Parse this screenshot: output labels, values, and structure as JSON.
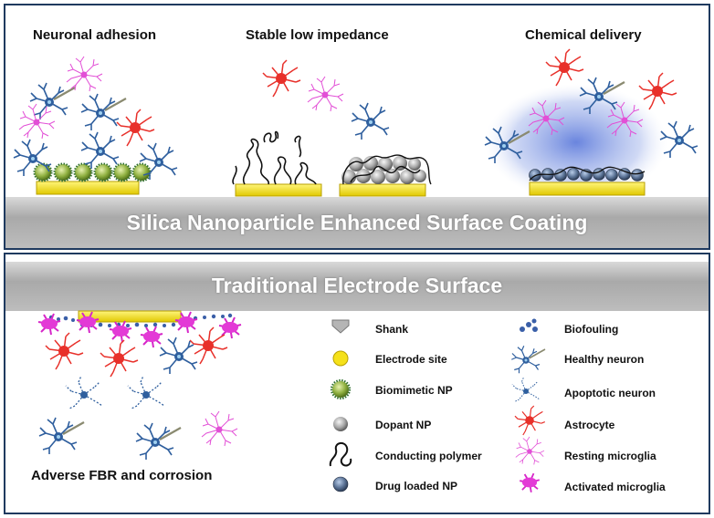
{
  "top_panel": {
    "headings": {
      "adhesion": "Neuronal adhesion",
      "impedance": "Stable low impedance",
      "delivery": "Chemical delivery"
    },
    "shank_label": "Silica Nanoparticle Enhanced Surface Coating"
  },
  "bottom_panel": {
    "shank_label": "Traditional Electrode Surface",
    "caption": "Adverse FBR and corrosion"
  },
  "legend": {
    "left": [
      {
        "icon": "shank-icon",
        "label": "Shank"
      },
      {
        "icon": "electrode-site-icon",
        "label": "Electrode site"
      },
      {
        "icon": "biomimetic-np-icon",
        "label": "Biomimetic NP"
      },
      {
        "icon": "dopant-np-icon",
        "label": "Dopant NP"
      },
      {
        "icon": "conducting-polymer-icon",
        "label": "Conducting polymer"
      },
      {
        "icon": "drug-loaded-np-icon",
        "label": "Drug loaded NP"
      }
    ],
    "right": [
      {
        "icon": "biofouling-icon",
        "label": "Biofouling"
      },
      {
        "icon": "healthy-neuron-icon",
        "label": "Healthy neuron"
      },
      {
        "icon": "apoptotic-neuron-icon",
        "label": "Apoptotic neuron"
      },
      {
        "icon": "astrocyte-icon",
        "label": "Astrocyte"
      },
      {
        "icon": "resting-microglia-icon",
        "label": "Resting microglia"
      },
      {
        "icon": "activated-microglia-icon",
        "label": "Activated microglia"
      }
    ]
  },
  "colors": {
    "border": "#1f3a5f",
    "electrode": "#f5e11a",
    "neuron": "#2f5f9e",
    "astrocyte": "#e8302a",
    "microglia": "#e040d0",
    "biofouling": "#3a5fa8",
    "drug_cloud": "#5a78d6"
  }
}
